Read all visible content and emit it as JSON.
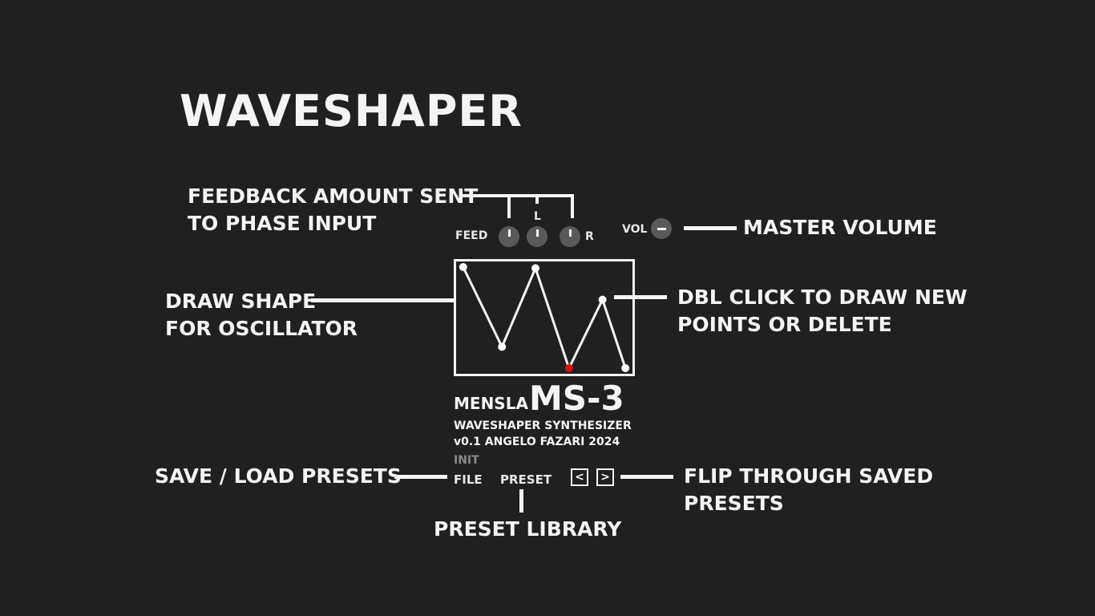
{
  "page": {
    "title": "WAVESHAPER"
  },
  "callouts": {
    "feedback_line1": "FEEDBACK AMOUNT SENT",
    "feedback_line2": "TO PHASE INPUT",
    "master_volume": "MASTER VOLUME",
    "draw_line1": "DRAW SHAPE",
    "draw_line2": "FOR OSCILLATOR",
    "dbl_line1": "DBL CLICK TO DRAW NEW",
    "dbl_line2": "POINTS OR DELETE",
    "save_load": "SAVE / LOAD PRESETS",
    "flip_line1": "FLIP THROUGH SAVED",
    "flip_line2": "PRESETS",
    "preset_library": "PRESET LIBRARY"
  },
  "plugin": {
    "feed_label": "FEED",
    "left_label": "L",
    "right_label": "R",
    "vol_label": "VOL",
    "brand": "MENSLA",
    "model": "MS-3",
    "subtitle": "WAVESHAPER SYNTHESIZER",
    "version": "v0.1 ANGELO FAZARI 2024",
    "current_preset": "INIT",
    "file_label": "FILE",
    "preset_label": "PRESET",
    "prev_label": "<",
    "next_label": ">"
  },
  "waveshape": {
    "points": [
      {
        "x": 0.04,
        "y": 0.05
      },
      {
        "x": 0.26,
        "y": 0.76
      },
      {
        "x": 0.45,
        "y": 0.06
      },
      {
        "x": 0.64,
        "y": 0.95,
        "selected": true
      },
      {
        "x": 0.83,
        "y": 0.34
      },
      {
        "x": 0.96,
        "y": 0.95
      }
    ],
    "line_color": "#f4f4f4",
    "point_color": "#ffffff",
    "selected_color": "#e01010"
  }
}
